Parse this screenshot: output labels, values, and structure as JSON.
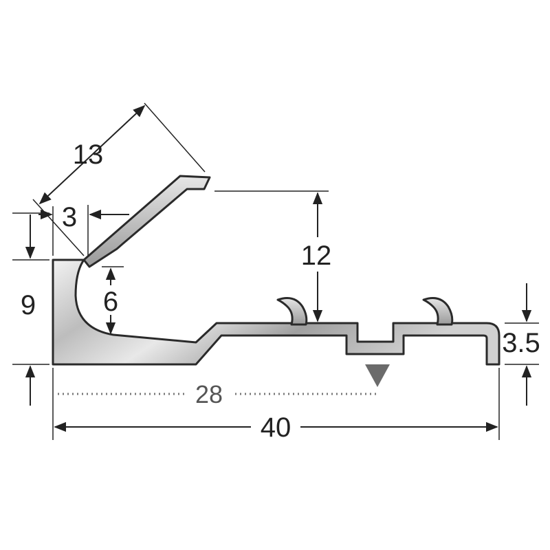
{
  "dimensions": {
    "lip_length": "13",
    "lip_offset": "3",
    "groove_height": "6",
    "overall_height": "9",
    "rise_height": "12",
    "end_height": "3.5",
    "marker_distance": "28",
    "overall_width": "40"
  },
  "colors": {
    "profile_fill_light": "#eeeeee",
    "profile_fill_dark": "#8f8f8f",
    "outline": "#2a2a2a",
    "marker": "#6b6b6b",
    "dotted": "#777777"
  },
  "icons": {
    "marker": "down-triangle-icon"
  }
}
